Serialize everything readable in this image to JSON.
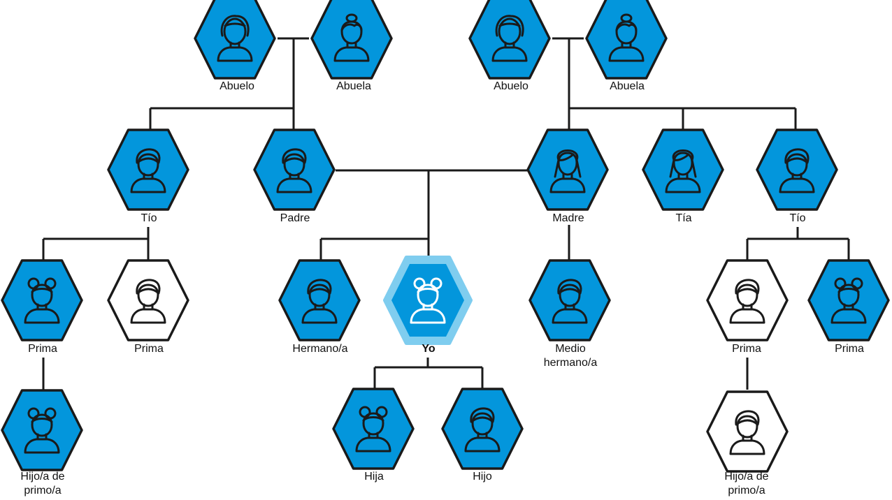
{
  "colors": {
    "fill": "#0396dc",
    "empty": "#ffffff",
    "stroke": "#1a1a1a",
    "highlight_ring": "#7fcdef",
    "line": "#1a1a1a"
  },
  "nodes": {
    "abuelo_paterno": {
      "line1": "Abuelo",
      "line2": "",
      "person": "man",
      "filled": true
    },
    "abuela_paterna": {
      "line1": "Abuela",
      "line2": "",
      "person": "woman-bun",
      "filled": true
    },
    "abuelo_materno": {
      "line1": "Abuelo",
      "line2": "",
      "person": "man",
      "filled": true
    },
    "abuela_materna": {
      "line1": "Abuela",
      "line2": "",
      "person": "woman-bun",
      "filled": true
    },
    "tio_paterno": {
      "line1": "Tío",
      "line2": "",
      "person": "boy",
      "filled": true
    },
    "padre": {
      "line1": "Padre",
      "line2": "",
      "person": "boy",
      "filled": true
    },
    "madre": {
      "line1": "Madre",
      "line2": "",
      "person": "woman-hair",
      "filled": true
    },
    "tia_materna": {
      "line1": "Tía",
      "line2": "",
      "person": "woman-hair",
      "filled": true
    },
    "tio_materno": {
      "line1": "Tío",
      "line2": "",
      "person": "boy",
      "filled": true
    },
    "prima_1": {
      "line1": "Prima",
      "line2": "",
      "person": "girl-buns",
      "filled": true
    },
    "prima_2": {
      "line1": "Prima",
      "line2": "",
      "person": "boy",
      "filled": false
    },
    "hermano": {
      "line1": "Hermano/a",
      "line2": "",
      "person": "boy",
      "filled": true
    },
    "yo": {
      "line1": "Yo",
      "line2": "",
      "person": "girl-buns",
      "filled": true,
      "highlight": true
    },
    "medio_hermano": {
      "line1": "Medio",
      "line2": "hermano/a",
      "person": "boy",
      "filled": true
    },
    "prima_3": {
      "line1": "Prima",
      "line2": "",
      "person": "boy",
      "filled": false
    },
    "prima_4": {
      "line1": "Prima",
      "line2": "",
      "person": "girl-buns",
      "filled": true
    },
    "hijo_primo_1": {
      "line1": "Hijo/a de",
      "line2": "primo/a",
      "person": "girl-buns",
      "filled": true
    },
    "hija": {
      "line1": "Hija",
      "line2": "",
      "person": "girl-buns",
      "filled": true
    },
    "hijo": {
      "line1": "Hijo",
      "line2": "",
      "person": "boy",
      "filled": true
    },
    "hijo_primo_2": {
      "line1": "Hijo/a de",
      "line2": "primo/a",
      "person": "boy",
      "filled": false
    }
  }
}
